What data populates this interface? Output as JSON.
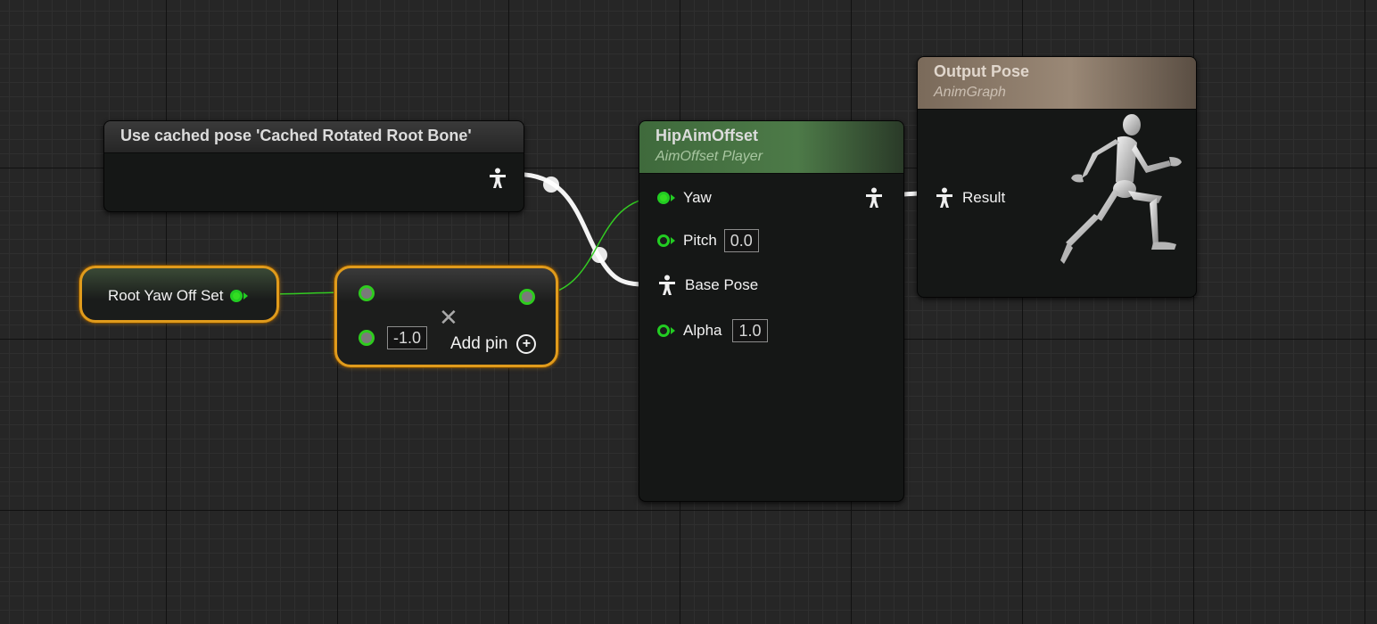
{
  "cached_pose_node": {
    "title": "Use cached pose 'Cached Rotated Root Bone'"
  },
  "root_yaw_node": {
    "label": "Root Yaw Off Set"
  },
  "multiply_node": {
    "input_value": "-1.0",
    "add_pin_label": "Add pin"
  },
  "aim_offset_node": {
    "title": "HipAimOffset",
    "subtitle": "AimOffset Player",
    "pins": {
      "yaw": "Yaw",
      "pitch": "Pitch",
      "pitch_value": "0.0",
      "base_pose": "Base Pose",
      "alpha": "Alpha",
      "alpha_value": "1.0"
    }
  },
  "output_pose_node": {
    "title": "Output Pose",
    "subtitle": "AnimGraph",
    "result_label": "Result"
  },
  "colors": {
    "exec_pin_green": "#22cc22",
    "selection_orange": "#e09b1c",
    "aim_header_green": "#3f6a3c",
    "output_header_tan": "#7a6a5a"
  },
  "icons": {
    "pose": "pose-icon",
    "multiply": "multiply-icon",
    "add": "add-circle-icon",
    "mannequin": "running-mannequin-icon"
  }
}
